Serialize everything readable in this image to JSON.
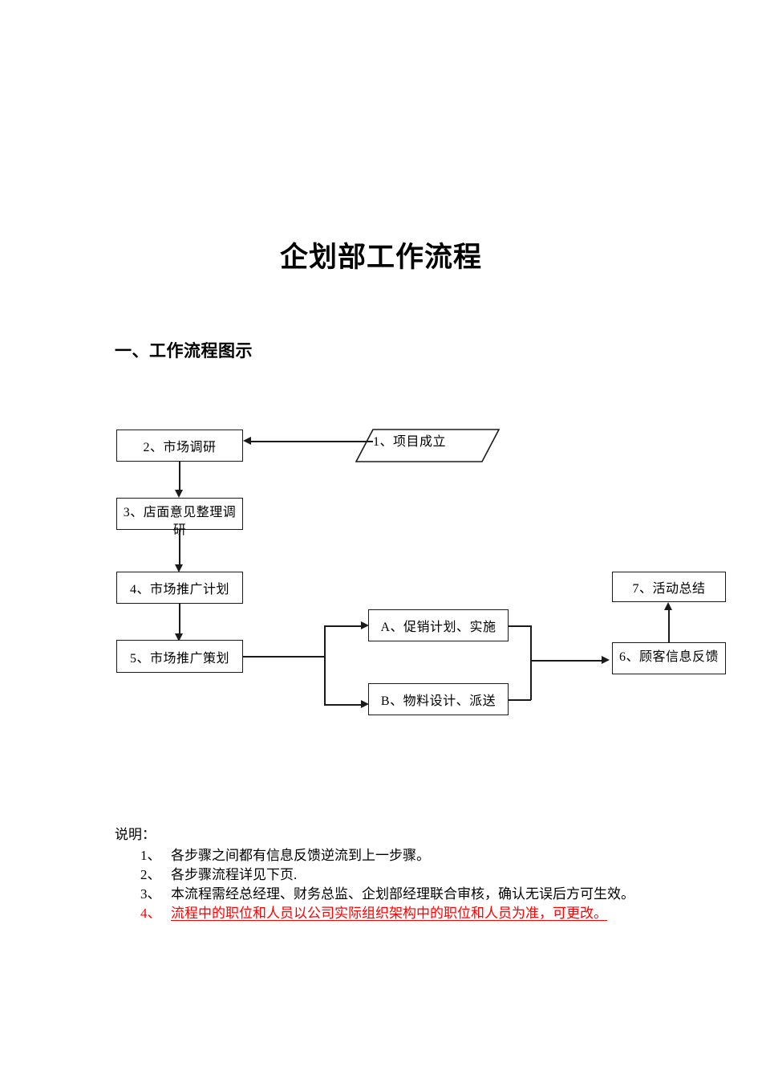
{
  "document": {
    "title": "企划部工作流程",
    "section_heading": "一、工作流程图示"
  },
  "flowchart": {
    "nodes": [
      {
        "id": "n1",
        "shape": "parallelogram",
        "label": "1、项目成立"
      },
      {
        "id": "n2",
        "shape": "rect",
        "label": "2、市场调研"
      },
      {
        "id": "n3",
        "shape": "rect",
        "label": "3、店面意见整理调研"
      },
      {
        "id": "n4",
        "shape": "rect",
        "label": "4、市场推广计划"
      },
      {
        "id": "n5",
        "shape": "rect",
        "label": "5、市场推广策划"
      },
      {
        "id": "nA",
        "shape": "rect",
        "label": "A、促销计划、实施"
      },
      {
        "id": "nB",
        "shape": "rect",
        "label": "B、物料设计、派送"
      },
      {
        "id": "n6",
        "shape": "rect",
        "label": "6、顾客信息反馈"
      },
      {
        "id": "n7",
        "shape": "rect",
        "label": "7、活动总结"
      }
    ],
    "edges": [
      {
        "from": "n1",
        "to": "n2"
      },
      {
        "from": "n2",
        "to": "n3"
      },
      {
        "from": "n3",
        "to": "n4"
      },
      {
        "from": "n4",
        "to": "n5"
      },
      {
        "from": "n5",
        "to": "nA"
      },
      {
        "from": "n5",
        "to": "nB"
      },
      {
        "from": "nA",
        "to": "n6"
      },
      {
        "from": "nB",
        "to": "n6"
      },
      {
        "from": "n6",
        "to": "n7"
      }
    ],
    "line_color": "#1a1a1a"
  },
  "notes": {
    "label": "说明：",
    "items": [
      {
        "num": "1、",
        "text": "各步骤之间都有信息反馈逆流到上一步骤。",
        "color": "#000000"
      },
      {
        "num": "2、",
        "text": "各步骤流程详见下页.",
        "color": "#000000"
      },
      {
        "num": "3、",
        "text": "本流程需经总经理、财务总监、企划部经理联合审核，确认无误后方可生效。",
        "color": "#000000"
      },
      {
        "num": "4、",
        "text": "流程中的职位和人员以公司实际组织架构中的职位和人员为准，可更改。",
        "color": "#ff0000"
      }
    ]
  }
}
